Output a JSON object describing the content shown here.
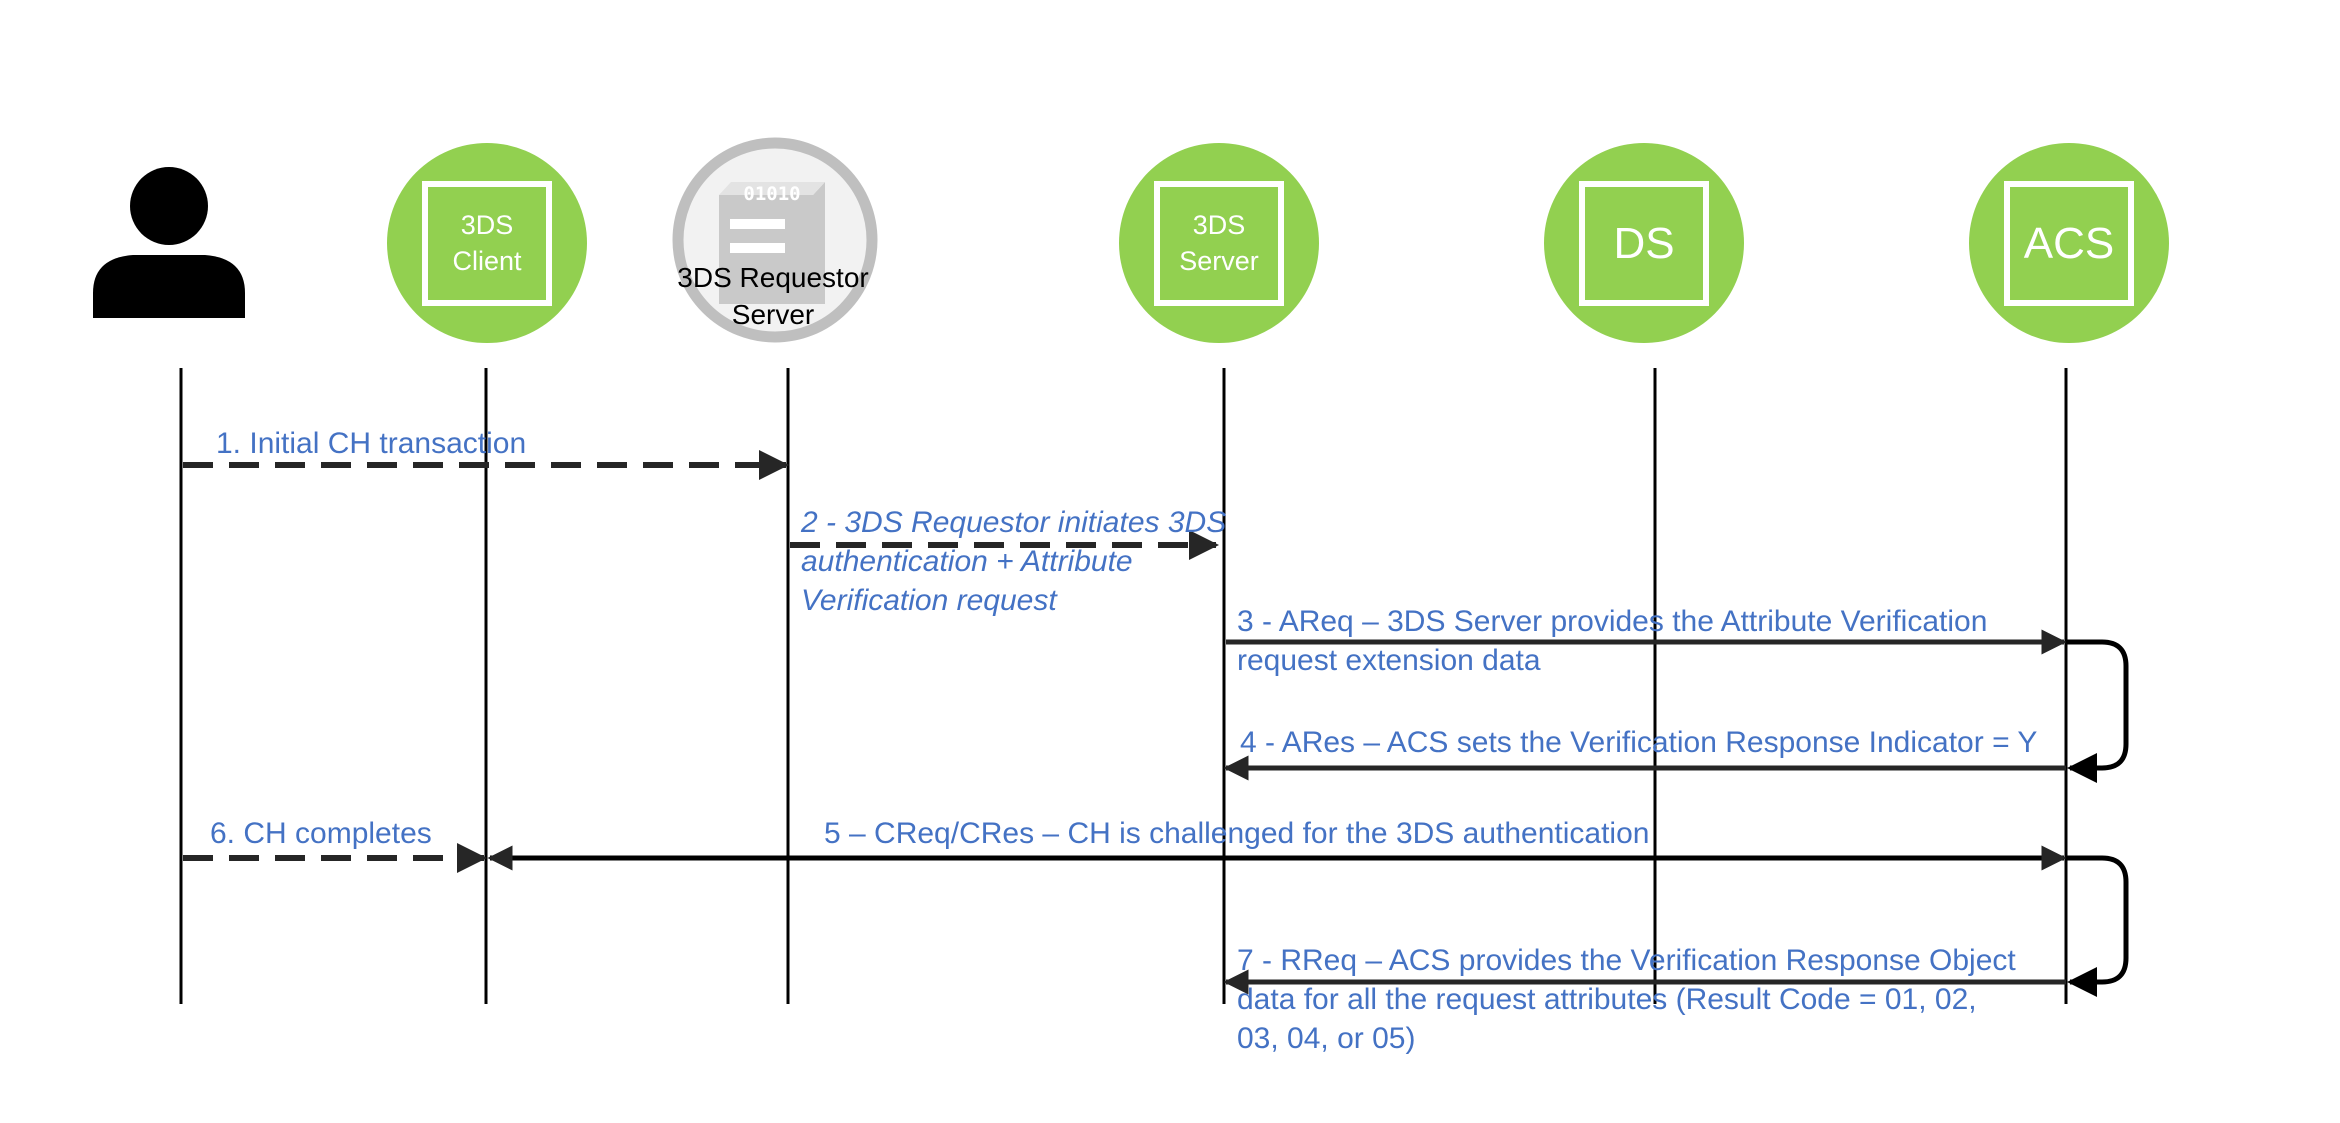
{
  "colors": {
    "participant_fill": "#92d050",
    "message_text": "#4472c4",
    "line": "#000000",
    "arrow": "#262626",
    "server_ring": "#bfbfbf"
  },
  "participants": {
    "cardholder": {
      "icon": "person-icon"
    },
    "client": {
      "label_1": "3DS",
      "label_2": "Client"
    },
    "requestor": {
      "icon": "server-icon",
      "icon_text": "01010",
      "label_1": "3DS Requestor",
      "label_2": "Server"
    },
    "server": {
      "label_1": "3DS",
      "label_2": "Server"
    },
    "ds": {
      "label": "DS"
    },
    "acs": {
      "label": "ACS"
    }
  },
  "messages": {
    "m1": "1. Initial CH transaction",
    "m2": "2 - 3DS Requestor initiates 3DS\nauthentication + Attribute\nVerification request",
    "m3": "3 - AReq – 3DS Server provides the Attribute Verification\nrequest extension data",
    "m4": "4 - ARes – ACS sets the Verification Response Indicator = Y",
    "m5": "5 – CReq/CRes – CH is challenged for the 3DS authentication",
    "m6": "6. CH completes",
    "m7": "7 - RReq – ACS provides the Verification Response Object\ndata for all the request attributes (Result Code = 01, 02,\n03, 04, or 05)"
  }
}
